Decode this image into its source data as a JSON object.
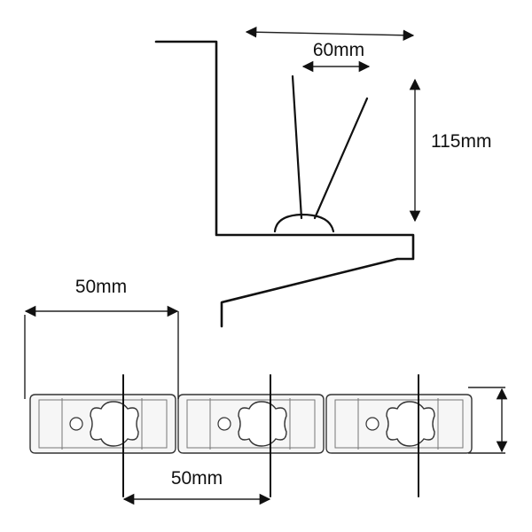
{
  "labels": {
    "spike_spread": "60mm",
    "spike_height": "115mm",
    "unit_length": "50mm",
    "unit_spacing": "50mm"
  },
  "colors": {
    "stroke": "#111111",
    "fill": "#f6f6f6"
  }
}
